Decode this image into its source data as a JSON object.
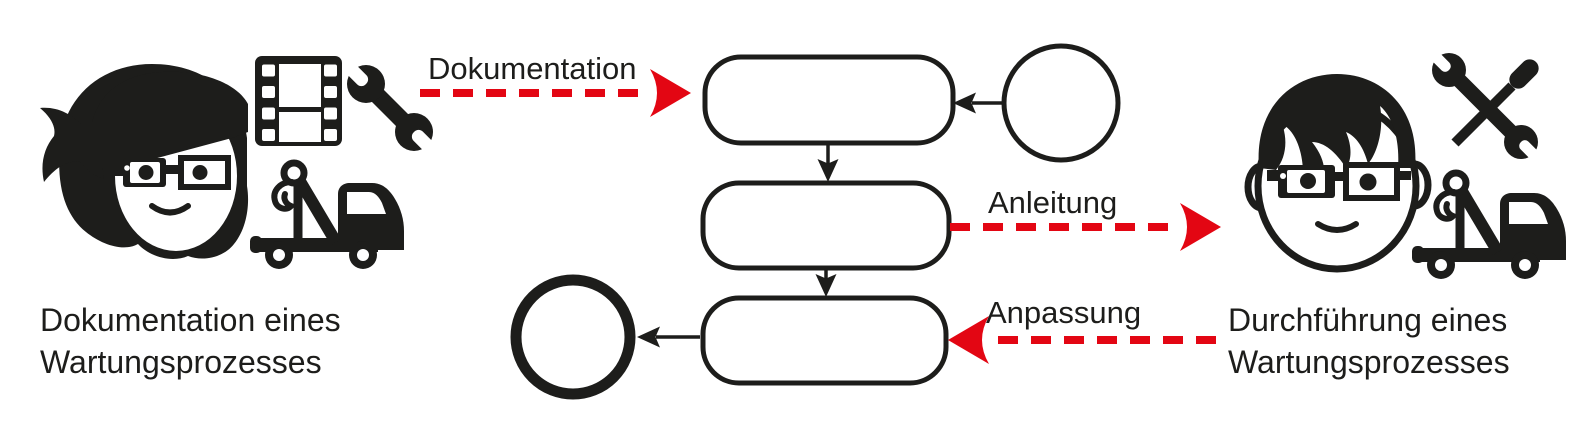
{
  "page": {
    "background": "#ffffff"
  },
  "colors": {
    "ink": "#1d1d1b",
    "accent_red": "#e30613"
  },
  "left_actor": {
    "caption_line1": "Dokumentation eines",
    "caption_line2": "Wartungsprozesses",
    "icons": [
      "smart-glasses-woman-icon",
      "film-strip-icon",
      "wrench-icon",
      "tow-truck-icon"
    ]
  },
  "right_actor": {
    "caption_line1": "Durchführung eines",
    "caption_line2": "Wartungsprozesses",
    "icons": [
      "smart-glasses-man-icon",
      "crossed-wrench-screwdriver-icon",
      "tow-truck-icon"
    ]
  },
  "process": {
    "nodes": [
      "start-event",
      "task-1",
      "task-2",
      "task-3",
      "end-event"
    ],
    "transfers": [
      {
        "label": "Dokumentation",
        "direction": "left-actor-into-process"
      },
      {
        "label": "Anleitung",
        "direction": "process-to-right-actor"
      },
      {
        "label": "Anpassung",
        "direction": "right-actor-into-process"
      }
    ]
  }
}
